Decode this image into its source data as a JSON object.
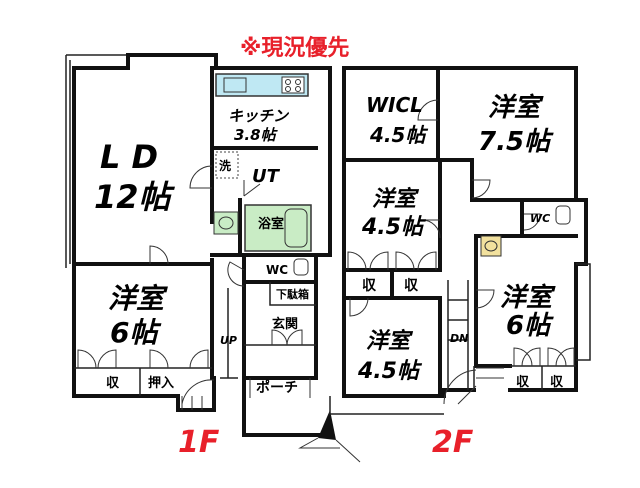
{
  "note": "※現況優先",
  "floors": {
    "first": "1F",
    "second": "2F"
  },
  "rooms_1f": {
    "ld_name": "L D",
    "ld_size": "12帖",
    "kitchen_name": "キッチン",
    "kitchen_size": "3.8帖",
    "ut": "UT",
    "wash": "洗",
    "bath": "浴室",
    "wc": "WC",
    "shoe_box": "下駄箱",
    "entrance": "玄関",
    "western_name": "洋室",
    "western_size": "6帖",
    "storage": "収",
    "closet": "押入",
    "up": "UP",
    "porch": "ポーチ"
  },
  "rooms_2f": {
    "wicl_name": "WICL",
    "wicl_size": "4.5帖",
    "w75_name": "洋室",
    "w75_size": "7.5帖",
    "w45a_name": "洋室",
    "w45a_size": "4.5帖",
    "wc": "WC",
    "storage1": "収",
    "storage2": "収",
    "w45b_name": "洋室",
    "w45b_size": "4.5帖",
    "w6_name": "洋室",
    "w6_size": "6帖",
    "storage3": "収",
    "storage4": "収",
    "dn": "DN"
  },
  "colors": {
    "accent": "#e8202a",
    "bath_fill": "#c9ecc5",
    "kitchen_fill": "#bfe8f3",
    "wall": "#111111"
  }
}
